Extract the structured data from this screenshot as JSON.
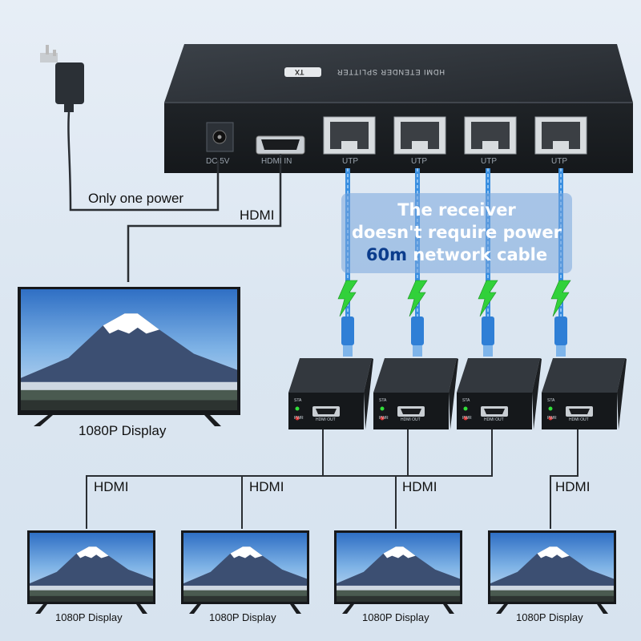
{
  "transmitter": {
    "tag": "TX",
    "name": "HDMI ETENDER SPLITTER",
    "ports": {
      "dc": "DC 5V",
      "hdmi_in": "HDMI IN",
      "utp": [
        "UTP",
        "UTP",
        "UTP",
        "UTP"
      ]
    }
  },
  "labels": {
    "power": "Only one power",
    "hdmi_source": "HDMI",
    "main_display": "1080P Display",
    "hdmi_outputs": [
      "HDMI",
      "HDMI",
      "HDMI",
      "HDMI"
    ],
    "displays": [
      "1080P Display",
      "1080P Display",
      "1080P Display",
      "1080P Display"
    ]
  },
  "callout": {
    "line1": "The receiver",
    "line2": "doesn't require power",
    "distance": "60m",
    "line3_rest": " network cable"
  },
  "receiver": {
    "sta": "STA",
    "pwr": "PWR",
    "hdmi_out": "HDMI OUT"
  },
  "colors": {
    "device": "#2b3036",
    "cable_blue": "#3a8fe0",
    "lightning": "#31d13a",
    "highlight": "#0b3c8c"
  }
}
